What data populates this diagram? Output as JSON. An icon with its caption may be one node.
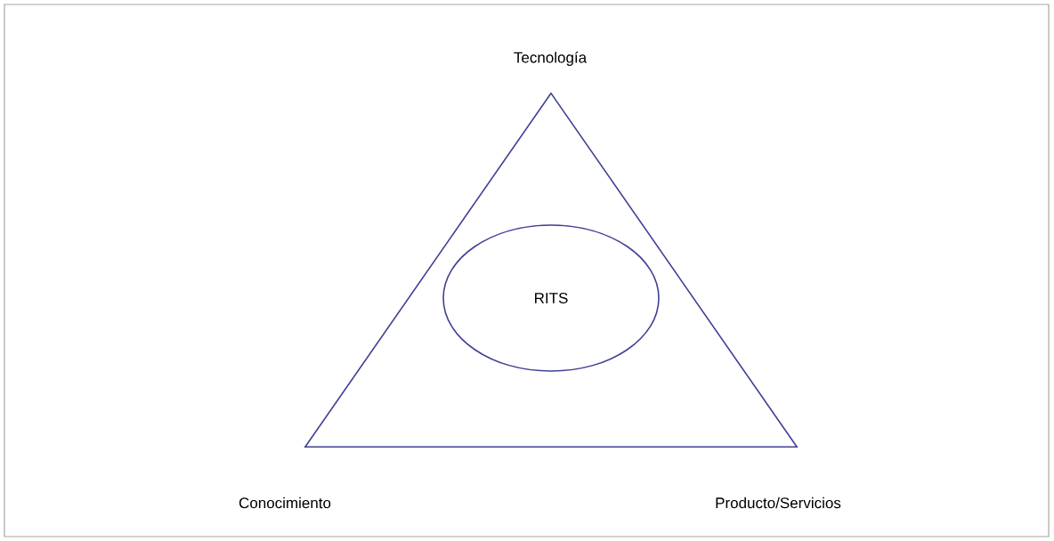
{
  "diagram": {
    "nodes": [
      {
        "text": [],
        "shape": "triangle",
        "beside": [
          "Tecnología",
          "Conocimiento",
          "Producto/Servicios"
        ]
      },
      {
        "text": [
          "RITS"
        ],
        "in": 0
      }
    ]
  }
}
